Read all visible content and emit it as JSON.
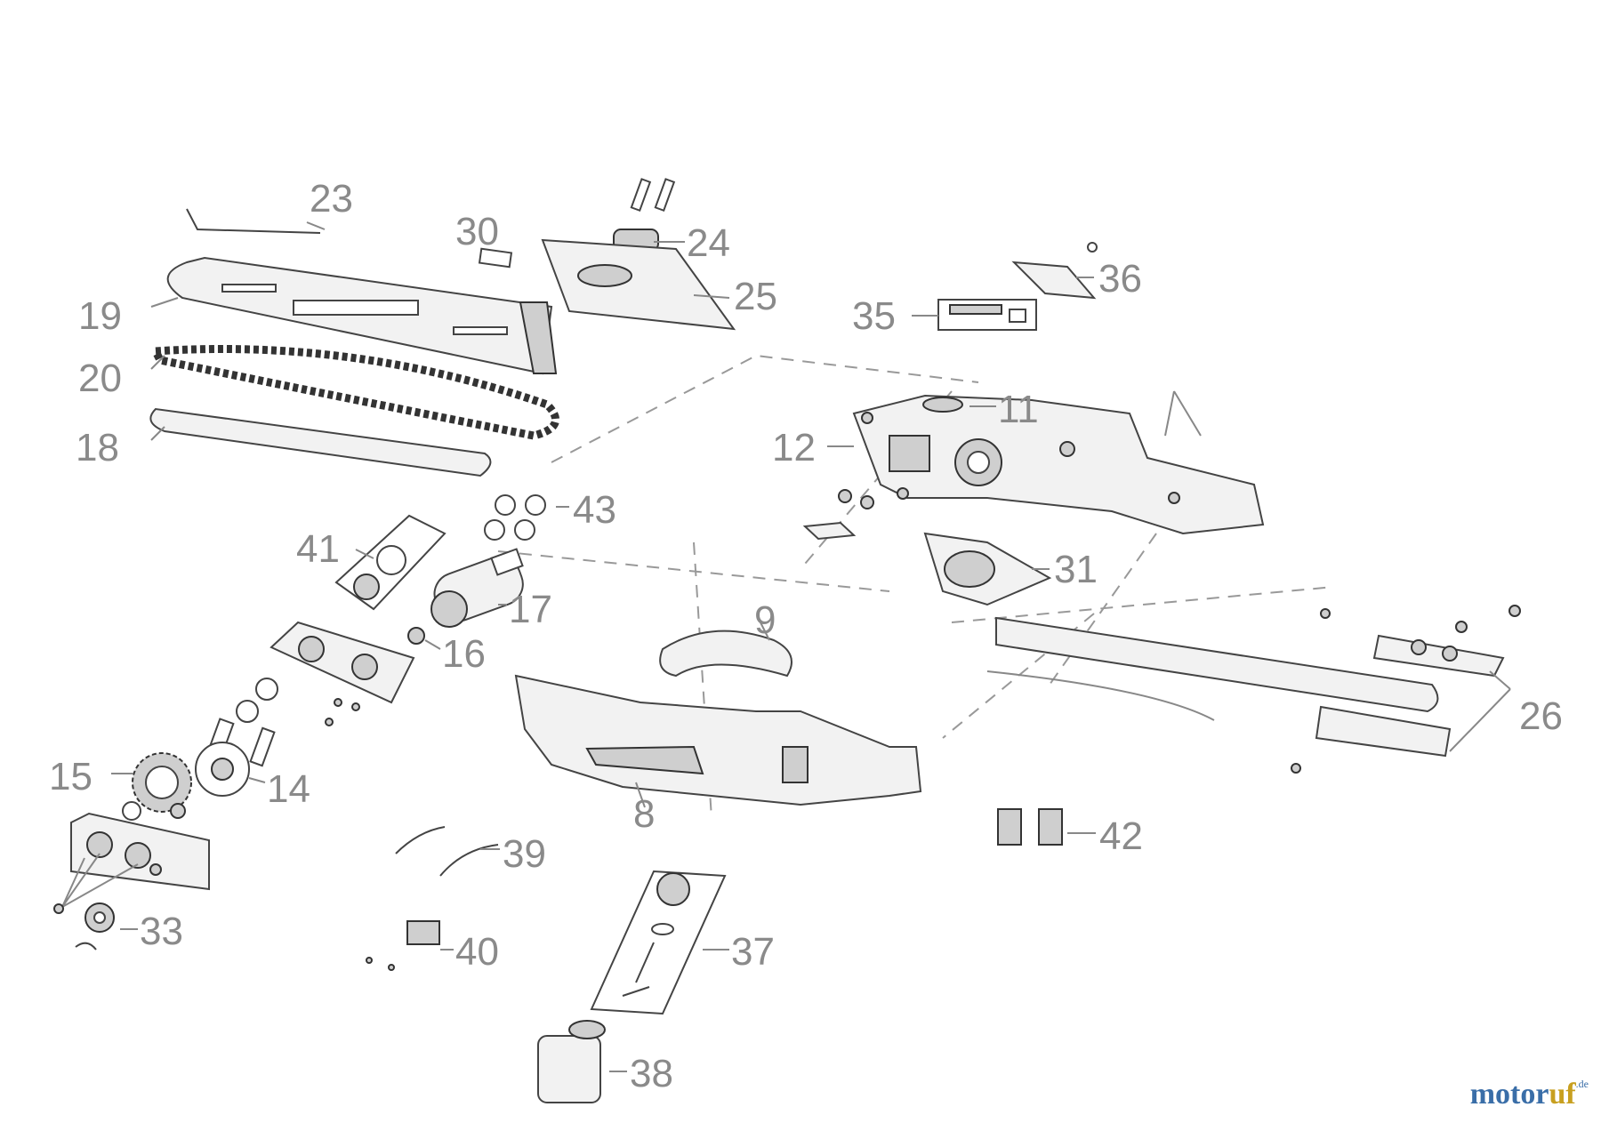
{
  "callouts": {
    "c23": "23",
    "c30": "30",
    "c24": "24",
    "c25": "25",
    "c36": "36",
    "c35": "35",
    "c19": "19",
    "c20": "20",
    "c11": "11",
    "c12": "12",
    "c18": "18",
    "c43": "43",
    "c41": "41",
    "c31": "31",
    "c17": "17",
    "c9": "9",
    "c16": "16",
    "c26": "26",
    "c15": "15",
    "c14": "14",
    "c8": "8",
    "c42": "42",
    "c39": "39",
    "c33": "33",
    "c37": "37",
    "c40": "40",
    "c38": "38"
  },
  "watermark": {
    "part1": "motor",
    "part2": "uf",
    "suffix": ".de"
  }
}
